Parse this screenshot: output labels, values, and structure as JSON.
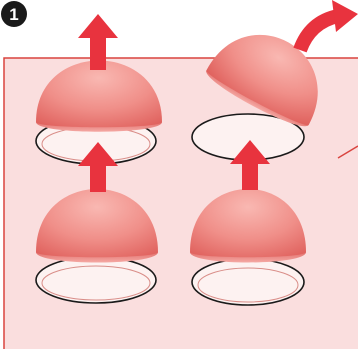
{
  "step": {
    "number": "1"
  },
  "colors": {
    "panel_fill": "#fadede",
    "panel_stroke": "#d9443f",
    "hole_fill": "#fdf2f1",
    "hole_stroke": "#1a1a1a",
    "dome_light": "#f9b8b2",
    "dome_mid": "#f08f89",
    "dome_dark": "#e0625e",
    "arrow": "#e8333e",
    "badge": "#1a1a1a"
  },
  "icons": {
    "badge": "step-number-badge",
    "lift_arrow": "arrow-up-icon",
    "remove_arrow": "curved-arrow-icon",
    "cap": "dome-cap",
    "hole": "oval-hole"
  },
  "domes": [
    {
      "id": "top-left",
      "state": "lifted"
    },
    {
      "id": "bottom-left",
      "state": "lifted"
    },
    {
      "id": "bottom-right",
      "state": "lifted"
    },
    {
      "id": "top-right",
      "state": "removed"
    }
  ]
}
